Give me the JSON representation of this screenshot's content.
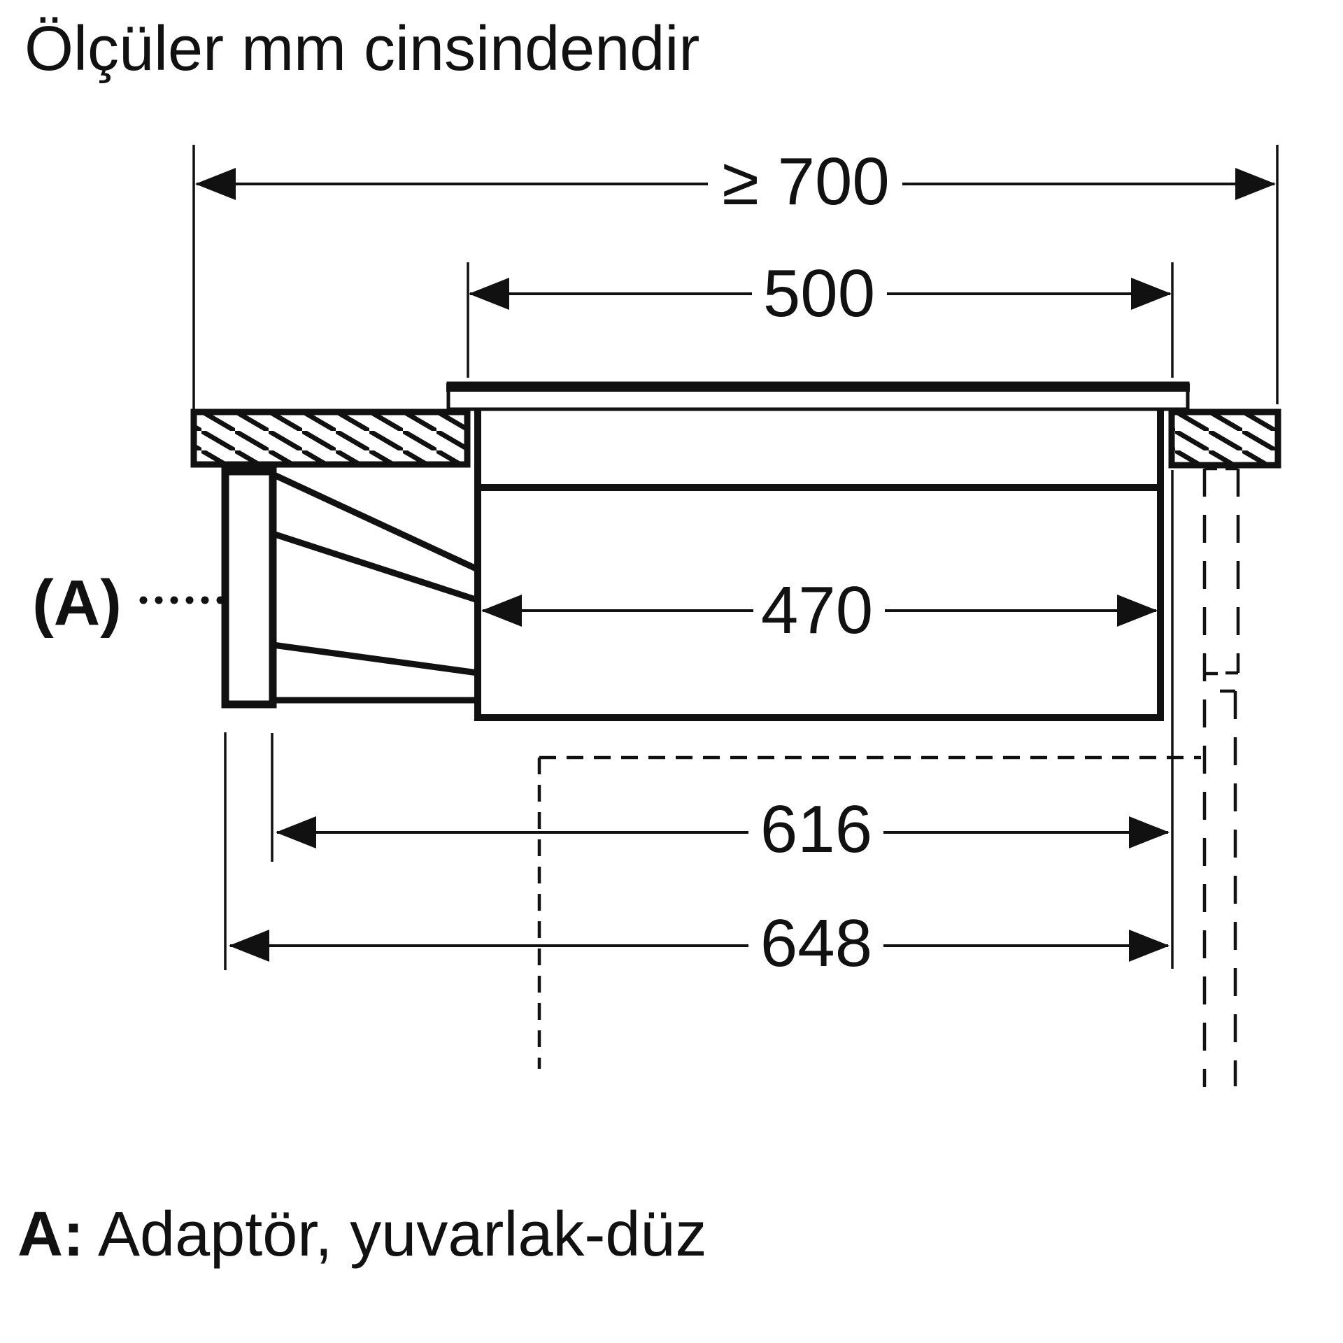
{
  "title": "Ölçüler mm cinsindendir",
  "dimensions": {
    "overall_width": "≥ 700",
    "cooktop_cutout": "500",
    "body_width": "470",
    "duct_offset_inner": "616",
    "duct_offset_outer": "648"
  },
  "adapter": {
    "label": "(A)",
    "legend_key": "A:",
    "legend_text": "Adaptör, yuvarlak-düz"
  },
  "colors": {
    "line": "#111111",
    "background": "#ffffff"
  }
}
